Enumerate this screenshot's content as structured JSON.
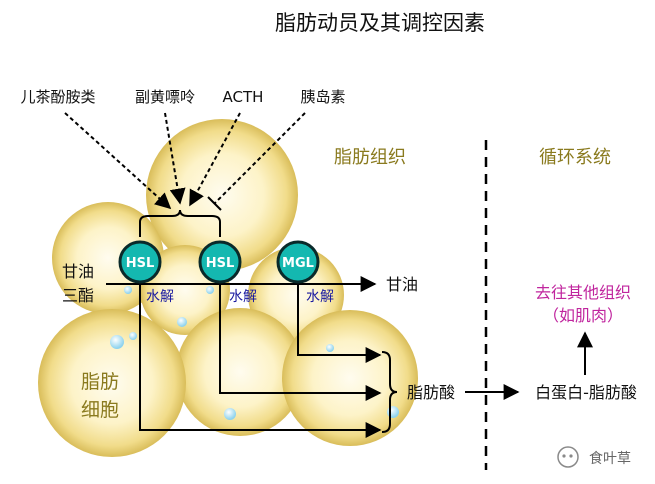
{
  "title": "脂肪动员及其调控因素",
  "regulators": {
    "catecholamine": "儿茶酚胺类",
    "glucocorticoid": "副黄嘌呤",
    "acth": "ACTH",
    "insulin": "胰岛素"
  },
  "regions": {
    "adipose": "脂肪组织",
    "circulation": "循环系统"
  },
  "enzymes": {
    "hsl1": "HSL",
    "hsl2": "HSL",
    "mgl": "MGL"
  },
  "substrate": {
    "line1": "甘油",
    "line2": "三酯"
  },
  "hydrolysis": [
    "水解",
    "水解",
    "水解"
  ],
  "products": {
    "glycerol": "甘油",
    "fatty_acid": "脂肪酸",
    "albumin_fa": "白蛋白-脂肪酸"
  },
  "destination": {
    "line1": "去往其他组织",
    "line2": "（如肌肉）"
  },
  "cell_label": {
    "line1": "脂肪",
    "line2": "细胞"
  },
  "watermark": "食叶草",
  "colors": {
    "enzyme_fill": "#14b8b0",
    "enzyme_stroke": "#0a2a2a",
    "region_text": "#8a7a1e",
    "hydrolysis_text": "#1a1aa0",
    "destination_text": "#c0259e",
    "cell_edge": "#e6c96a",
    "cell_center": "#fffbe6"
  }
}
